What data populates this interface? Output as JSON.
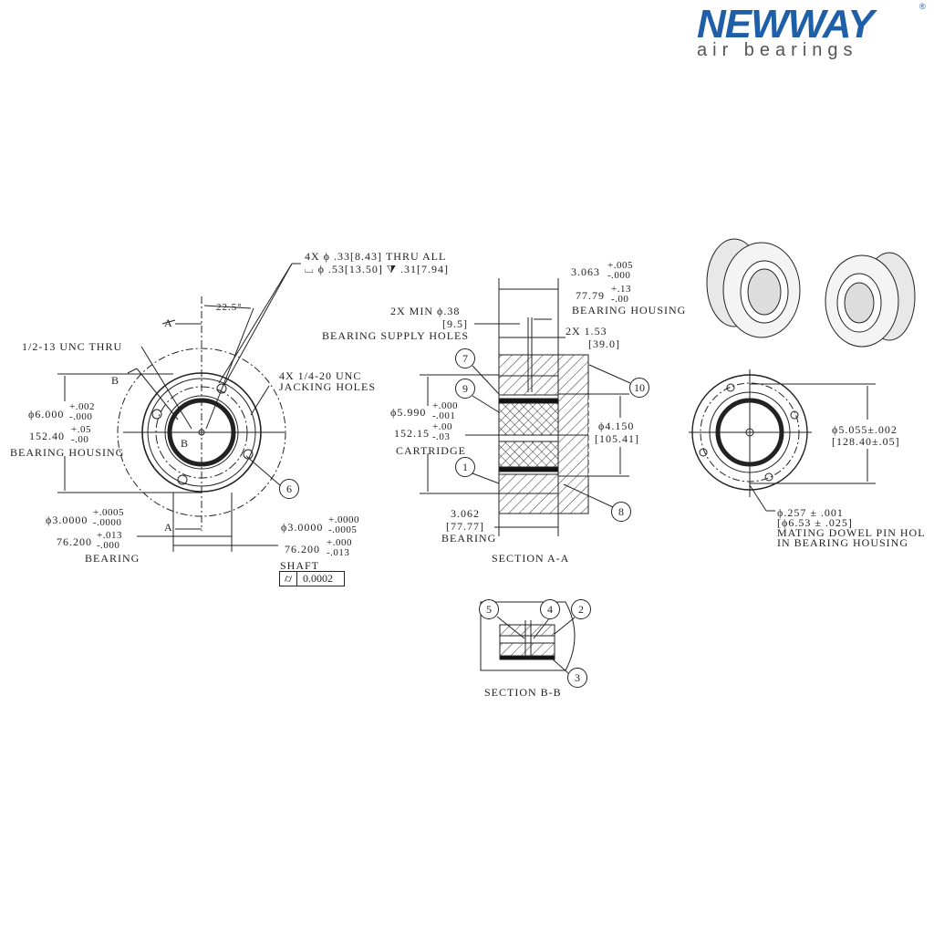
{
  "logo": {
    "brand": "NEWWAY",
    "tagline": "air bearings",
    "reg": "®"
  },
  "left_view": {
    "holes_note_1": "4X  ϕ  .33[8.43]  THRU  ALL",
    "holes_note_2": "⌴ ϕ  .53[13.50]  ⧩  .31[7.94]",
    "angle": "22.5°",
    "thread_note": "1/2-13  UNC   THRU",
    "jacking_1": "4X  1/4-20  UNC",
    "jacking_2": "JACKING  HOLES",
    "section_a_top": "A",
    "section_a_bottom": "A",
    "section_b_top": "B",
    "section_b_inner": "B",
    "housing_dia": "ϕ6.000",
    "housing_tol_plus": "+.002",
    "housing_tol_minus": "-.000",
    "housing_mm": "152.40",
    "housing_mm_plus": "+.05",
    "housing_mm_minus": "-.00",
    "housing_label": "BEARING  HOUSING",
    "bearing_dia": "ϕ3.0000",
    "bearing_tol_plus": "+.0005",
    "bearing_tol_minus": "-.0000",
    "bearing_mm": "76.200",
    "bearing_mm_plus": "+.013",
    "bearing_mm_minus": "-.000",
    "bearing_label": "BEARING",
    "shaft_dia": "ϕ3.0000",
    "shaft_tol_plus": "+.0000",
    "shaft_tol_minus": "-.0005",
    "shaft_mm": "76.200",
    "shaft_mm_plus": "+.000",
    "shaft_mm_minus": "-.013",
    "shaft_label": "SHAFT",
    "cylindricity_symbol": "⌭",
    "cylindricity_value": "0.0002"
  },
  "section_aa": {
    "housing_len": "3.063",
    "housing_len_plus": "+.005",
    "housing_len_minus": "-.000",
    "housing_len_mm": "77.79",
    "housing_len_mm_plus": "+.13",
    "housing_len_mm_minus": "-.00",
    "housing_label": "BEARING  HOUSING",
    "supply_1": "2X  MIN  ϕ.38",
    "supply_2": "[9.5]",
    "supply_3": "BEARING  SUPPLY  HOLES",
    "spacing_1": "2X   1.53",
    "spacing_2": "[39.0]",
    "cart_dia": "ϕ5.990",
    "cart_plus": "+.000",
    "cart_minus": "-.001",
    "cart_mm": "152.15",
    "cart_mm_plus": "+.00",
    "cart_mm_minus": "-.03",
    "cart_label": "CARTRIDGE",
    "bore_dia": "ϕ4.150",
    "bore_mm": "[105.41]",
    "bearing_len": "3.062",
    "bearing_len_mm": "[77.77]",
    "bearing_label": "BEARING",
    "title": "SECTION  A-A"
  },
  "right_view": {
    "dia": "ϕ5.055±.002",
    "dia_mm": "[128.40±.05]",
    "dowel_1": "ϕ.257  ±  .001",
    "dowel_2": "[ϕ6.53  ±  .025]",
    "dowel_3": "MATING  DOWEL  PIN  HOLE",
    "dowel_4": "IN  BEARING  HOUSING"
  },
  "section_bb": {
    "title": "SECTION  B-B"
  },
  "balloons": [
    "1",
    "2",
    "3",
    "4",
    "5",
    "6",
    "7",
    "8",
    "9",
    "10"
  ]
}
